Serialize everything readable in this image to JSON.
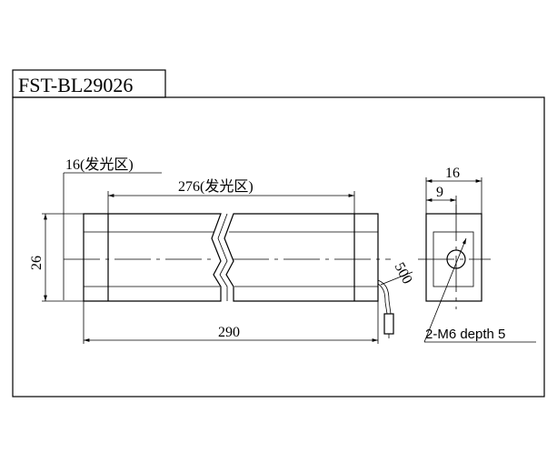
{
  "title_block": {
    "model": "FST-BL29026"
  },
  "front_view": {
    "dim_emitting_end": "16(发光区)",
    "dim_emitting_length": "276(发光区)",
    "dim_total_length": "290",
    "dim_height": "26",
    "dim_cable": "500"
  },
  "side_view": {
    "dim_width": "16",
    "dim_offset": "9",
    "hole_note": "2-M6 depth 5"
  }
}
